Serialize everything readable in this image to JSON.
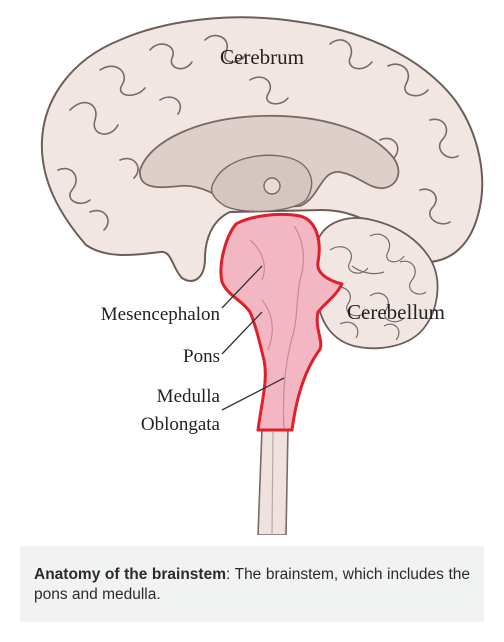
{
  "labels": {
    "cerebrum": "Cerebrum",
    "cerebellum": "Cerebellum",
    "mesencephalon": "Mesencephalon",
    "pons": "Pons",
    "medulla_line1": "Medulla",
    "medulla_line2": "Oblongata"
  },
  "caption": {
    "bold": "Anatomy of the brainstem",
    "text": ": The brainstem, which includes the pons and medulla."
  },
  "colors": {
    "brain_fill": "#f2e6e3",
    "brain_outline": "#7a6a66",
    "inner_fill": "#ddd0cb",
    "brainstem_fill": "#f3b7c3",
    "brainstem_outline": "#e01f2a",
    "caption_bg": "#f1f2f2"
  }
}
